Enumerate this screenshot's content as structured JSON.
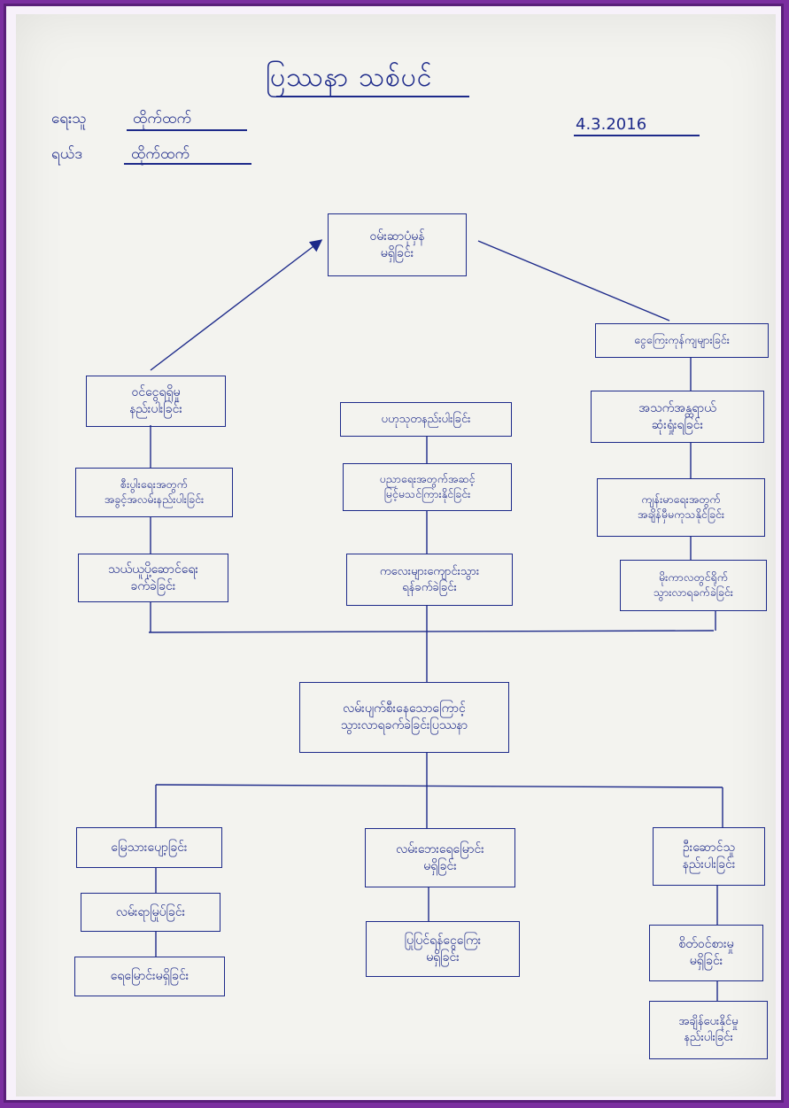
{
  "title": "ပြဿနာ သစ်ပင်",
  "header": {
    "label1": "ရေးသူ",
    "value1": "ထိုက်ထက်",
    "label2": "ရယ်ဒ",
    "value2": "ထိုက်ထက်",
    "date": "4.3.2016"
  },
  "nodes": {
    "top": "ဝမ်းဆာပုံမှန်\nမရှိခြင်း",
    "left1": "ဝင်ငွေရရှိမှု\nနည်းပါးခြင်း",
    "left2": "စီးပွါးရေးအတွက်\nအခွင့်အလမ်းနည်းပါးခြင်း",
    "left3": "သယ်ယူပို့ဆောင်ရေး\nခက်ခဲခြင်း",
    "mid1": "ပဟုသုတနည်းပါးခြင်း",
    "mid2": "ပညာရေးအတွက်အဆင့်\nမြင့်မသင်ကြားနိုင်ခြင်း",
    "mid3": "ကလေးများကျောင်းသွား\nရန်ခက်ခဲခြင်း",
    "right0": "ငွေကြေးကုန်ကျများခြင်း",
    "right1": "အသက်အန္တရာယ်\nဆုံးရှုံးရခြင်း",
    "right2": "ကျန်းမာရေးအတွက်\nအချိန်မှီမကုသနိုင်ခြင်း",
    "right3": "မိုးကာလတွင်ရိုက်\nသွားလာရခက်ခဲခြင်း",
    "core": "လမ်းပျက်စီးနေသောကြောင့်\nသွားလာရခက်ခဲခြင်းပြဿနာ",
    "b_left1": "မြေသားပျော့ခြင်း",
    "b_left2": "လမ်းရာမြုပ်ခြင်း",
    "b_left3": "ရေမြောင်းမရှိခြင်း",
    "b_mid1": "လမ်းဘေးရေမြောင်း\nမရှိခြင်း",
    "b_mid2": "ပြုပြင်ရန်ငွေကြေး\nမရှိခြင်း",
    "b_right1": "ဦးဆောင်သူ\nနည်းပါးခြင်း",
    "b_right2": "စိတ်ဝင်စားမှု\nမရှိခြင်း",
    "b_right3": "အချိန်ပေးနိုင်မှု\nနည်းပါးခြင်း"
  }
}
